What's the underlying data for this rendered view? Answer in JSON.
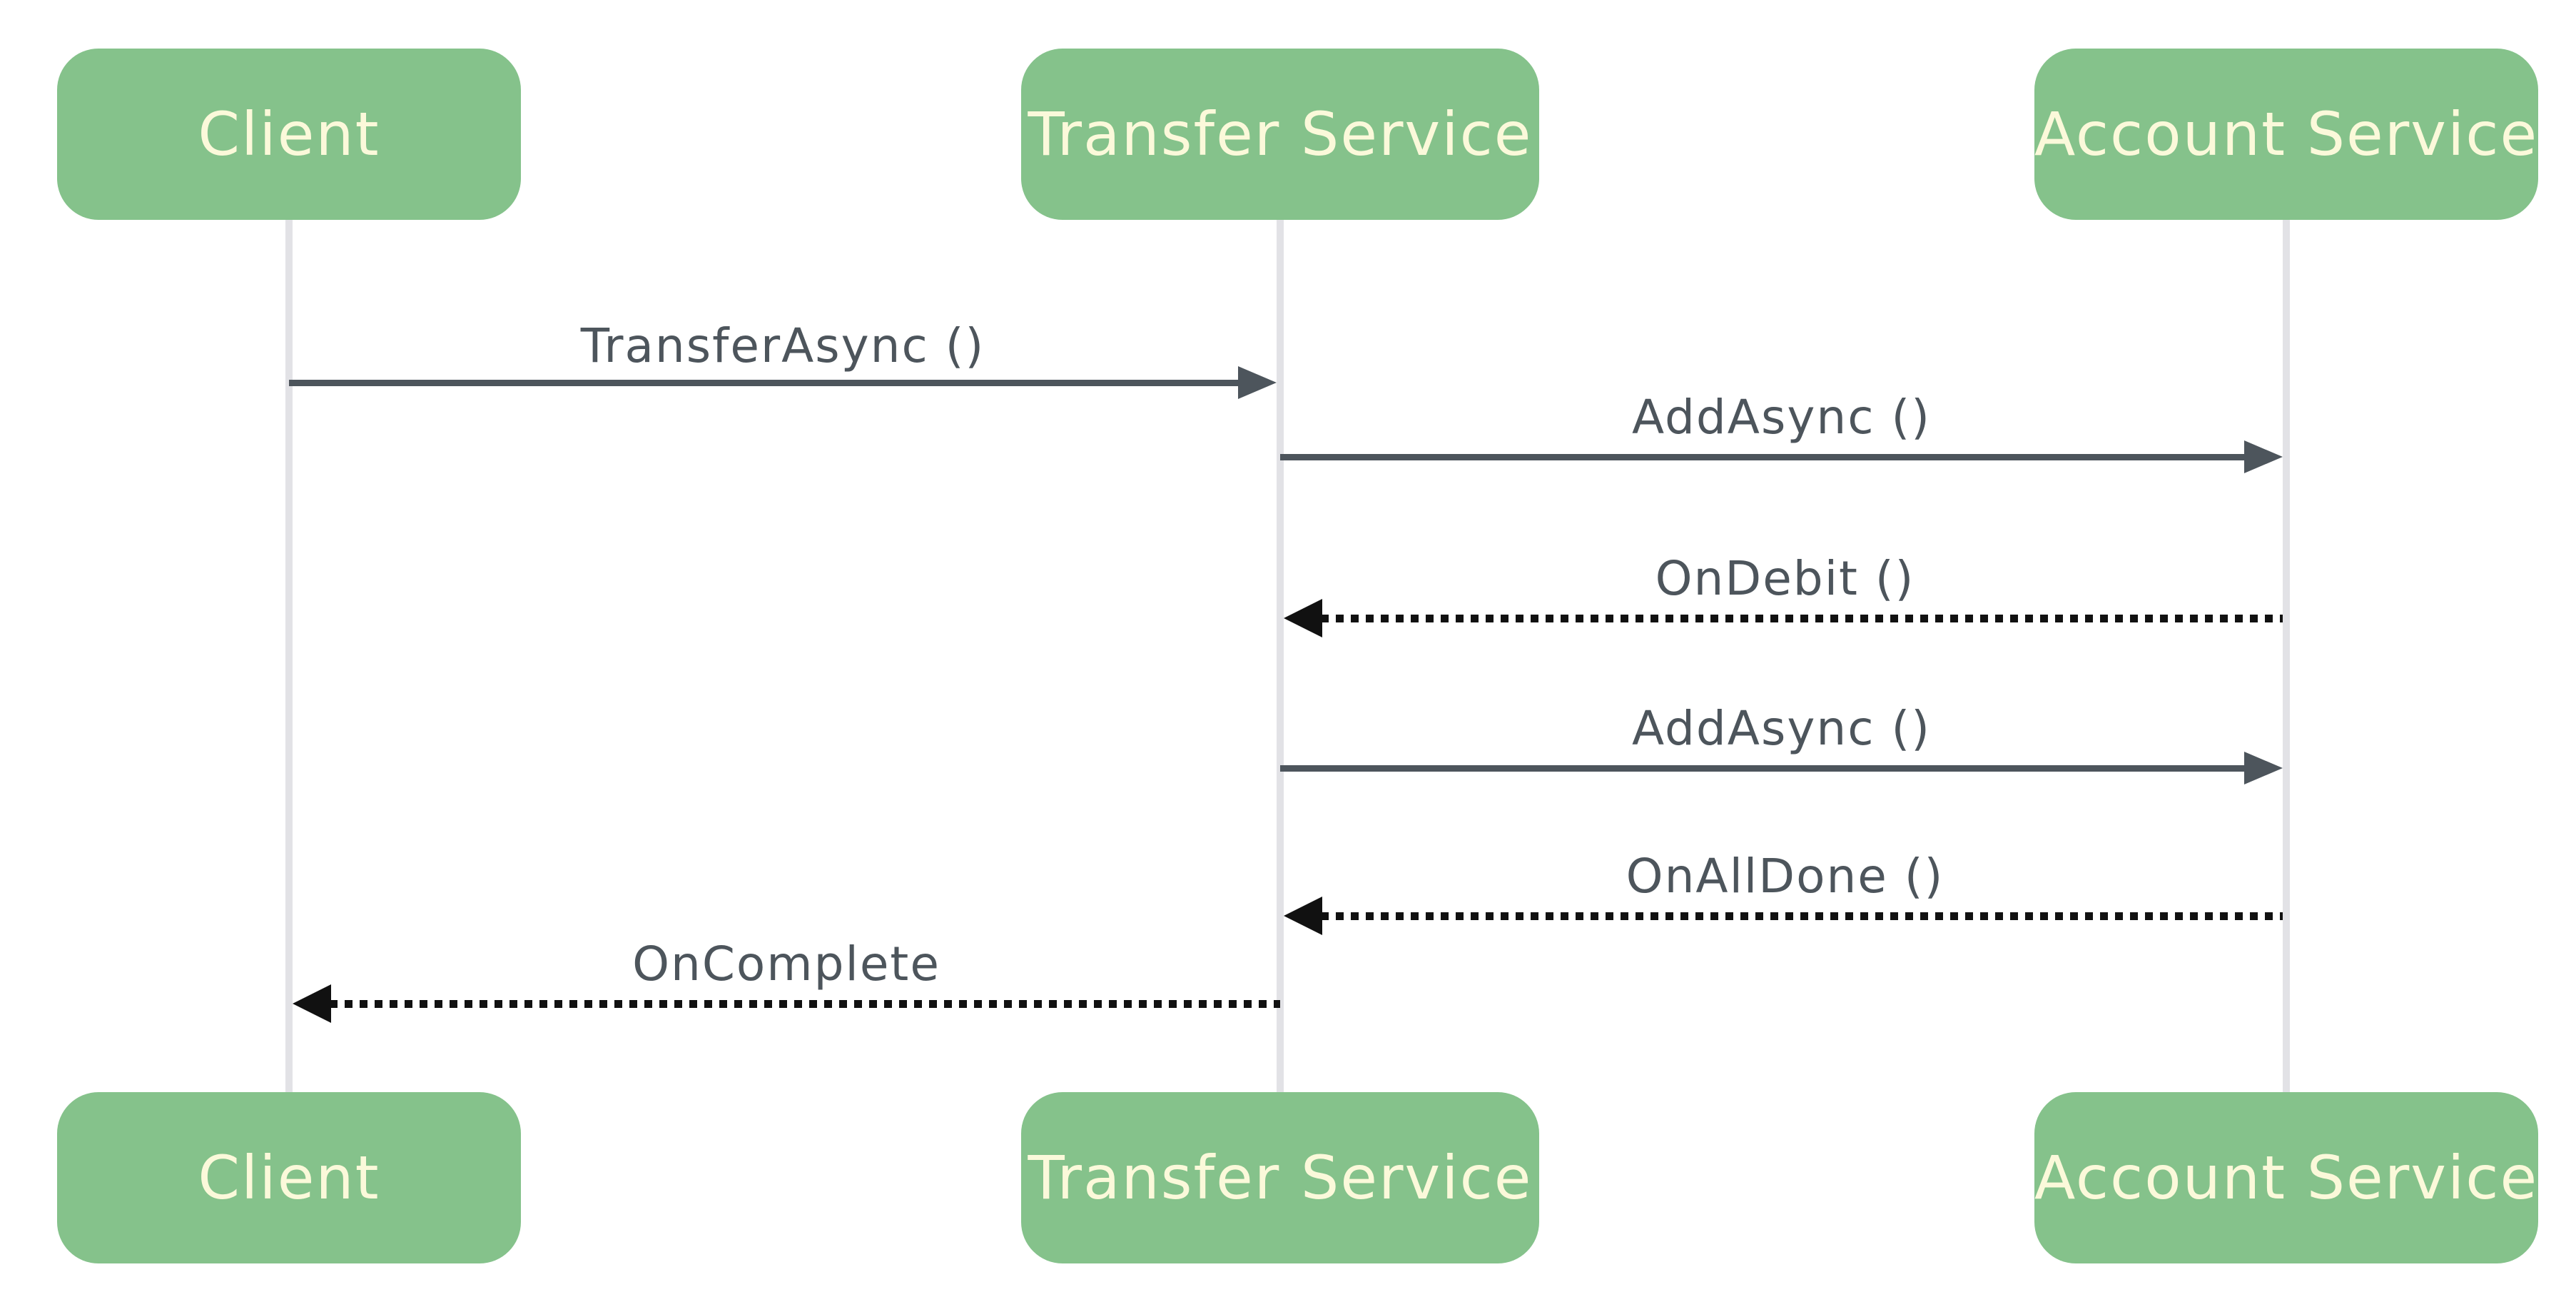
{
  "diagram": {
    "type": "sequence-diagram",
    "actors": [
      {
        "id": "client",
        "label": "Client"
      },
      {
        "id": "transfer-service",
        "label": "Transfer Service"
      },
      {
        "id": "account-service",
        "label": "Account Service"
      }
    ],
    "messages": [
      {
        "label": "TransferAsync ()",
        "from": "client",
        "to": "transfer-service",
        "line": "solid",
        "direction": "right"
      },
      {
        "label": "AddAsync ()",
        "from": "transfer-service",
        "to": "account-service",
        "line": "solid",
        "direction": "right"
      },
      {
        "label": "OnDebit ()",
        "from": "account-service",
        "to": "transfer-service",
        "line": "dotted",
        "direction": "left"
      },
      {
        "label": "AddAsync ()",
        "from": "transfer-service",
        "to": "account-service",
        "line": "solid",
        "direction": "right"
      },
      {
        "label": "OnAllDone ()",
        "from": "account-service",
        "to": "transfer-service",
        "line": "dotted",
        "direction": "left"
      },
      {
        "label": "OnComplete",
        "from": "transfer-service",
        "to": "client",
        "line": "dotted",
        "direction": "left"
      }
    ],
    "colors": {
      "actor_fill": "#85c28b",
      "actor_text": "#fbf9da",
      "solid_arrow": "#4d555c",
      "dotted_arrow": "#111111",
      "label_text": "#4d555c",
      "lifeline": "#e2e2e6",
      "background": "#ffffff"
    }
  }
}
